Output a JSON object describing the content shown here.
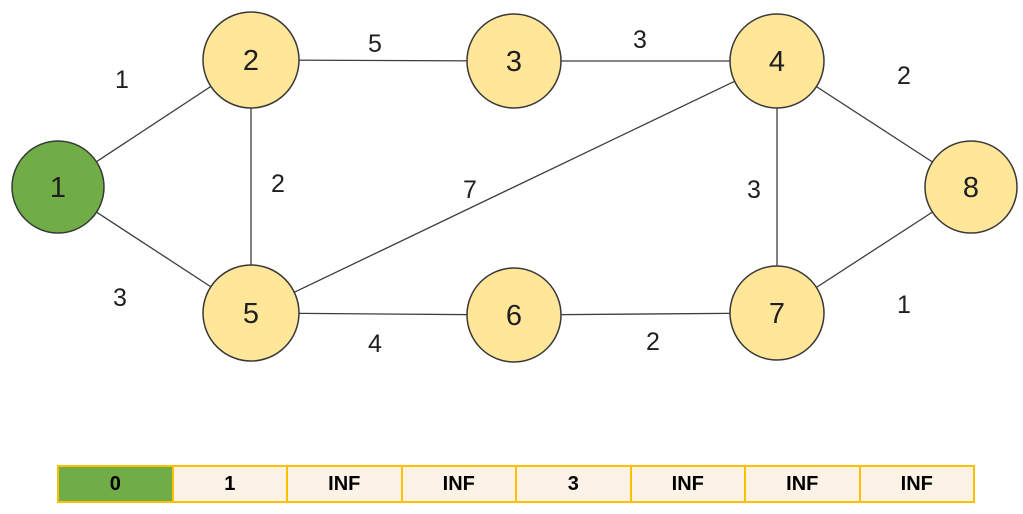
{
  "graph": {
    "start_node": "1",
    "nodes": [
      {
        "id": "1"
      },
      {
        "id": "2"
      },
      {
        "id": "3"
      },
      {
        "id": "4"
      },
      {
        "id": "5"
      },
      {
        "id": "6"
      },
      {
        "id": "7"
      },
      {
        "id": "8"
      }
    ],
    "edges": [
      {
        "from": "1",
        "to": "2",
        "weight": "1"
      },
      {
        "from": "1",
        "to": "5",
        "weight": "3"
      },
      {
        "from": "2",
        "to": "3",
        "weight": "5"
      },
      {
        "from": "2",
        "to": "5",
        "weight": "2"
      },
      {
        "from": "3",
        "to": "4",
        "weight": "3"
      },
      {
        "from": "4",
        "to": "7",
        "weight": "3"
      },
      {
        "from": "4",
        "to": "8",
        "weight": "2"
      },
      {
        "from": "5",
        "to": "4",
        "weight": "7"
      },
      {
        "from": "5",
        "to": "6",
        "weight": "4"
      },
      {
        "from": "6",
        "to": "7",
        "weight": "2"
      },
      {
        "from": "7",
        "to": "8",
        "weight": "1"
      }
    ]
  },
  "colors": {
    "node_fill": "#FFE699",
    "start_node_fill": "#70AD47",
    "edge_stroke": "#3d3d3d",
    "table_border": "#FFC000",
    "table_cell_fill": "#FDF2E6",
    "table_highlight_fill": "#70AD47"
  },
  "distance_table": {
    "cells": [
      "0",
      "1",
      "INF",
      "INF",
      "3",
      "INF",
      "INF",
      "INF"
    ],
    "highlighted_index": 0
  }
}
